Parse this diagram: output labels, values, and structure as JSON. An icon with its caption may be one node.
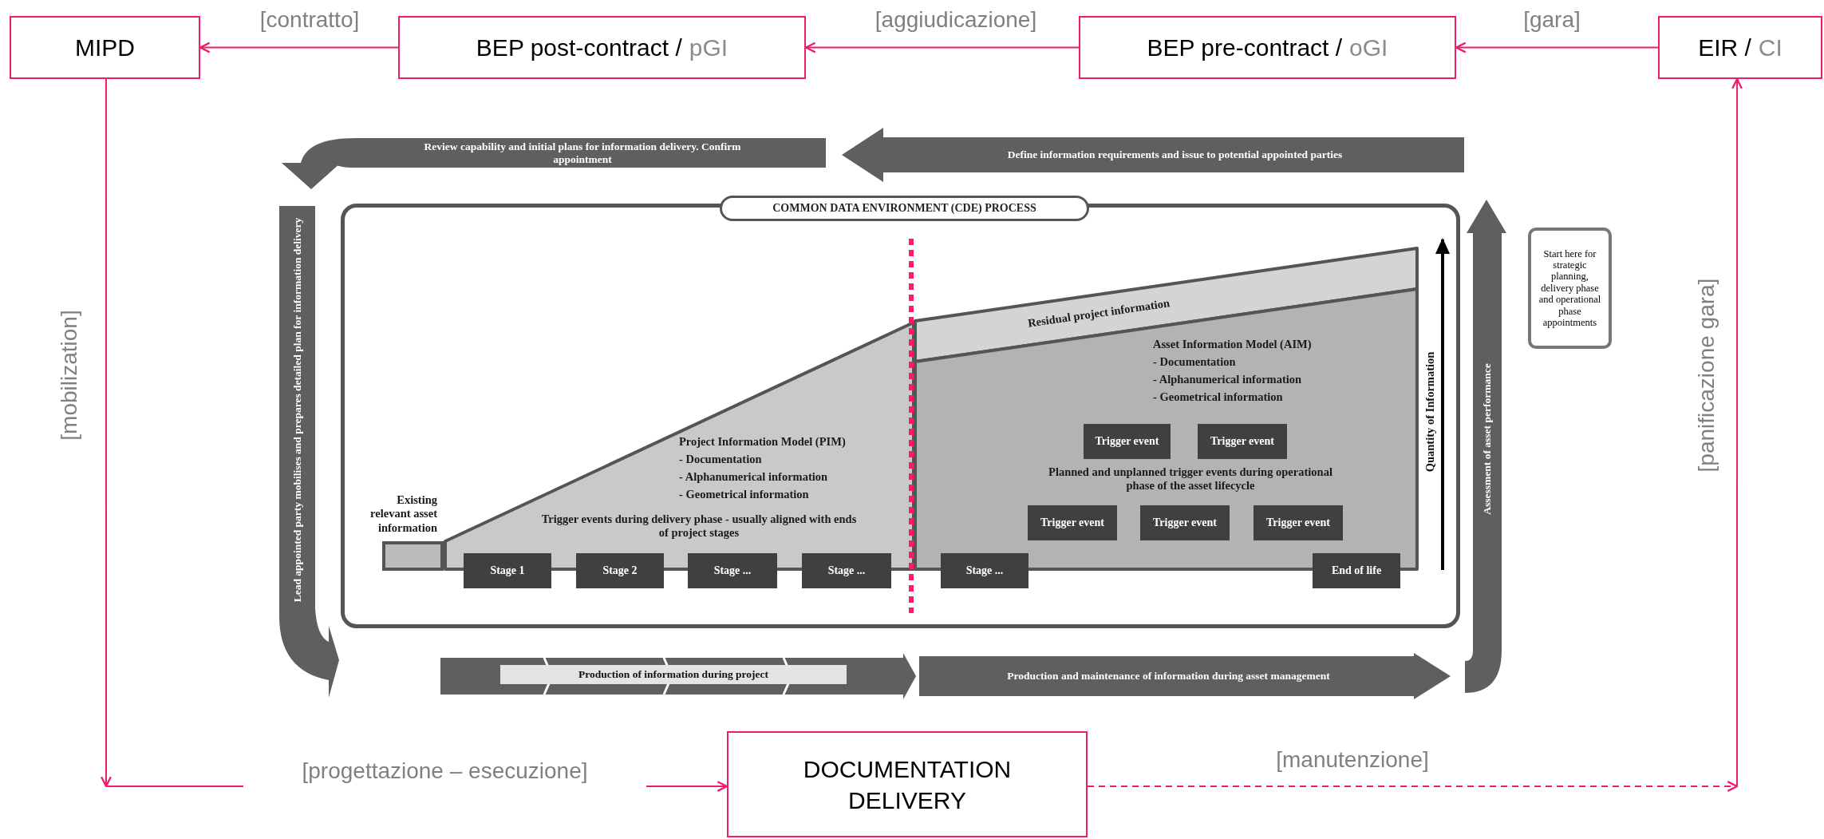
{
  "diagram": {
    "nodes": [
      {
        "text": [
          "MIPD"
        ]
      },
      {
        "text": [
          "BEP post-contract /",
          "pGI"
        ]
      },
      {
        "text": [
          "BEP pre-contract /",
          "oGI"
        ]
      },
      {
        "text": [
          "EIR /",
          "CI"
        ]
      },
      {
        "text": [
          "DOCUMENTATION DELIVERY"
        ]
      },
      {
        "text": [
          "Review capability and initial plans for information delivery. Confirm appointment"
        ]
      },
      {
        "text": [
          "Define information requirements and issue to potential appointed parties"
        ]
      },
      {
        "text": [
          "Lead appointed party mobilises and prepares detailed plan for information delivery"
        ]
      },
      {
        "text": [
          "COMMON DATA ENVIRONMENT (CDE) PROCESS"
        ]
      },
      {
        "text": [],
        "shape": "box",
        "in": 8
      },
      {
        "text": [
          "Project Information Model (PIM)",
          "- Documentation",
          "- Alphanumerical information",
          "- Geometrical information",
          "Trigger events during delivery phase - usually aligned with ends of project stages"
        ],
        "in": 8
      },
      {
        "text": [
          "Residual project information"
        ],
        "in": 8
      },
      {
        "text": [
          "Asset Information Model (AIM)",
          "- Documentation",
          "- Alphanumerical information",
          "- Geometrical information",
          "Planned and unplanned trigger events during operational phase of the asset lifecycle"
        ],
        "in": 8
      },
      {
        "text": [
          "Trigger event"
        ],
        "in": 12
      },
      {
        "text": [
          "Trigger event"
        ],
        "in": 12
      },
      {
        "text": [
          "Trigger event"
        ],
        "in": 12
      },
      {
        "text": [
          "Trigger event"
        ],
        "in": 12
      },
      {
        "text": [
          "Trigger event"
        ],
        "in": 12
      },
      {
        "text": [
          "Stage 1"
        ],
        "in": 8
      },
      {
        "text": [
          "Stage 2"
        ],
        "in": 8
      },
      {
        "text": [
          "Stage ..."
        ],
        "in": 8
      },
      {
        "text": [
          "Stage ..."
        ],
        "in": 8
      },
      {
        "text": [
          "Stage ..."
        ],
        "in": 8
      },
      {
        "text": [
          "End of life"
        ],
        "in": 8
      },
      {
        "text": [
          "Assessment of asset performance"
        ]
      },
      {
        "text": [
          "Start here for strategic planning, delivery phase and operational phase appointments"
        ]
      },
      {
        "text": [
          "Production of information during project"
        ]
      },
      {
        "text": [
          "Production and maintenance of information during asset management"
        ]
      }
    ],
    "edges": [
      {
        "from": 3,
        "to": 2,
        "arrow": "to",
        "label": "[gara]"
      },
      {
        "from": 2,
        "to": 1,
        "arrow": "to",
        "label": "[aggiudicazione]"
      },
      {
        "from": 1,
        "to": 0,
        "arrow": "to",
        "label": "[contratto]"
      },
      {
        "from": 0,
        "to": null,
        "arrow": "to",
        "label": "[mobilization]"
      },
      {
        "from": null,
        "to": 4,
        "arrow": "to",
        "label": "[progettazione – esecuzione]"
      },
      {
        "from": 4,
        "to": null,
        "arrow": "to",
        "label": "[manutenzione]",
        "style": "dashed"
      },
      {
        "from": null,
        "to": 3,
        "arrow": "to",
        "label": "[panificazione gara]"
      }
    ],
    "labels": [
      "Existing relevant asset information",
      "Quantity of Information"
    ]
  }
}
